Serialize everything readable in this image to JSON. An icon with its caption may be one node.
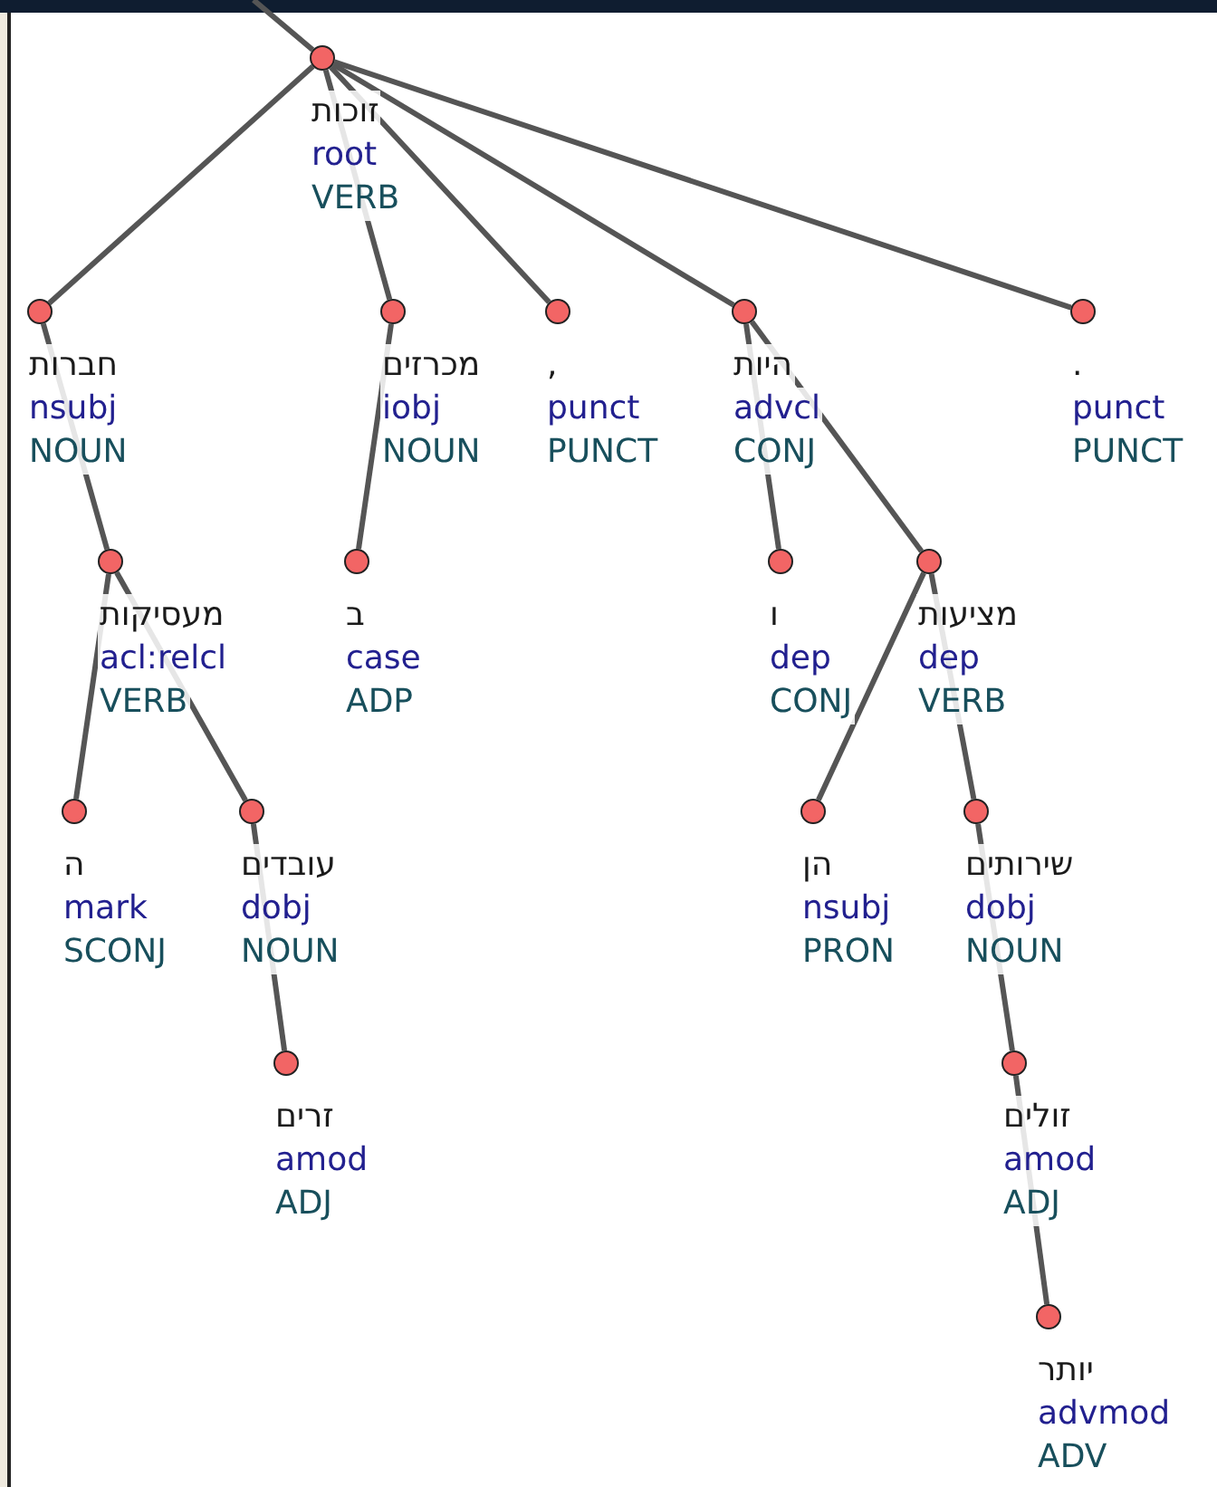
{
  "diagram": {
    "nodes": [
      {
        "text": [],
        "shape": "circle",
        "beside": [
          "זוכות",
          "root",
          "VERB"
        ]
      },
      {
        "text": [],
        "shape": "circle",
        "beside": [
          "חברות",
          "nsubj",
          "NOUN"
        ]
      },
      {
        "text": [],
        "shape": "circle",
        "beside": [
          "מכרזים",
          "iobj",
          "NOUN"
        ]
      },
      {
        "text": [],
        "shape": "circle",
        "beside": [
          ",",
          "punct",
          "PUNCT"
        ]
      },
      {
        "text": [],
        "shape": "circle",
        "beside": [
          "היות",
          "advcl",
          "CONJ"
        ]
      },
      {
        "text": [],
        "shape": "circle",
        "beside": [
          ".",
          "punct",
          "PUNCT"
        ]
      },
      {
        "text": [],
        "shape": "circle",
        "beside": [
          "מעסיקות",
          "acl:relcl",
          "VERB"
        ]
      },
      {
        "text": [],
        "shape": "circle",
        "beside": [
          "ב",
          "case",
          "ADP"
        ]
      },
      {
        "text": [],
        "shape": "circle",
        "beside": [
          "ו",
          "dep",
          "CONJ"
        ]
      },
      {
        "text": [],
        "shape": "circle",
        "beside": [
          "מציעות",
          "dep",
          "VERB"
        ]
      },
      {
        "text": [],
        "shape": "circle",
        "beside": [
          "ה",
          "mark",
          "SCONJ"
        ]
      },
      {
        "text": [],
        "shape": "circle",
        "beside": [
          "עובדים",
          "dobj",
          "NOUN"
        ]
      },
      {
        "text": [],
        "shape": "circle",
        "beside": [
          "הן",
          "nsubj",
          "PRON"
        ]
      },
      {
        "text": [],
        "shape": "circle",
        "beside": [
          "שירותים",
          "dobj",
          "NOUN"
        ]
      },
      {
        "text": [],
        "shape": "circle",
        "beside": [
          "זרים",
          "amod",
          "ADJ"
        ]
      },
      {
        "text": [],
        "shape": "circle",
        "beside": [
          "זולים",
          "amod",
          "ADJ"
        ]
      },
      {
        "text": [],
        "shape": "circle",
        "beside": [
          "יותר",
          "advmod",
          "ADV"
        ]
      }
    ],
    "edges": [
      {
        "from": null,
        "to": 0,
        "arrow": "none"
      },
      {
        "from": 0,
        "to": 1,
        "arrow": "none"
      },
      {
        "from": 0,
        "to": 2,
        "arrow": "none"
      },
      {
        "from": 0,
        "to": 3,
        "arrow": "none"
      },
      {
        "from": 0,
        "to": 4,
        "arrow": "none"
      },
      {
        "from": 0,
        "to": 5,
        "arrow": "none"
      },
      {
        "from": 1,
        "to": 6,
        "arrow": "none"
      },
      {
        "from": 2,
        "to": 7,
        "arrow": "none"
      },
      {
        "from": 4,
        "to": 8,
        "arrow": "none"
      },
      {
        "from": 4,
        "to": 9,
        "arrow": "none"
      },
      {
        "from": 6,
        "to": 10,
        "arrow": "none"
      },
      {
        "from": 6,
        "to": 11,
        "arrow": "none"
      },
      {
        "from": 9,
        "to": 12,
        "arrow": "none"
      },
      {
        "from": 9,
        "to": 13,
        "arrow": "none"
      },
      {
        "from": 11,
        "to": 14,
        "arrow": "none"
      },
      {
        "from": 13,
        "to": 15,
        "arrow": "none"
      },
      {
        "from": 15,
        "to": 16,
        "arrow": "none"
      }
    ]
  }
}
